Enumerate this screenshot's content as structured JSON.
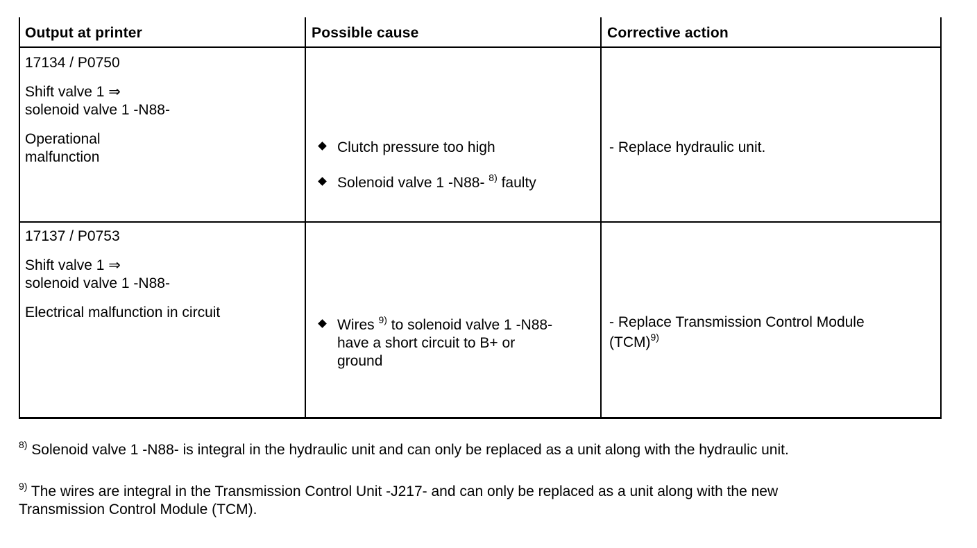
{
  "headers": {
    "output": "Output at printer",
    "cause": "Possible cause",
    "action": "Corrective action"
  },
  "rows": [
    {
      "code": "17134 / P0750",
      "component_line1": "Shift valve 1 ⇒",
      "component_line2": "solenoid valve 1 -N88-",
      "fault_line1": "Operational",
      "fault_line2": "malfunction",
      "causes": [
        {
          "text": "Clutch pressure too high"
        },
        {
          "before": "Solenoid valve 1 -N88- ",
          "sup": "8)",
          "after": " faulty"
        }
      ],
      "action": "- Replace hydraulic unit."
    },
    {
      "code": "17137 / P0753",
      "component_line1": "Shift valve 1 ⇒",
      "component_line2": "solenoid valve 1 -N88-",
      "fault_line1": "Electrical malfunction in circuit",
      "causes": [
        {
          "before": "Wires ",
          "sup": "9)",
          "after": " to solenoid valve 1 -N88-",
          "line2": "have a short circuit to B+ or",
          "line3": "ground"
        }
      ],
      "action_line1": "- Replace Transmission Control Module",
      "action_line2": "(TCM)",
      "action_sup": "9)"
    }
  ],
  "footnotes": [
    {
      "mark": "8)",
      "text": " Solenoid valve 1 -N88- is integral in the hydraulic unit and can only be replaced as a unit along with the hydraulic unit."
    },
    {
      "mark": "9)",
      "text": " The wires are integral in the Transmission Control Unit -J217- and can only be replaced as a unit along with the new",
      "line2": "Transmission Control Module (TCM)."
    }
  ]
}
